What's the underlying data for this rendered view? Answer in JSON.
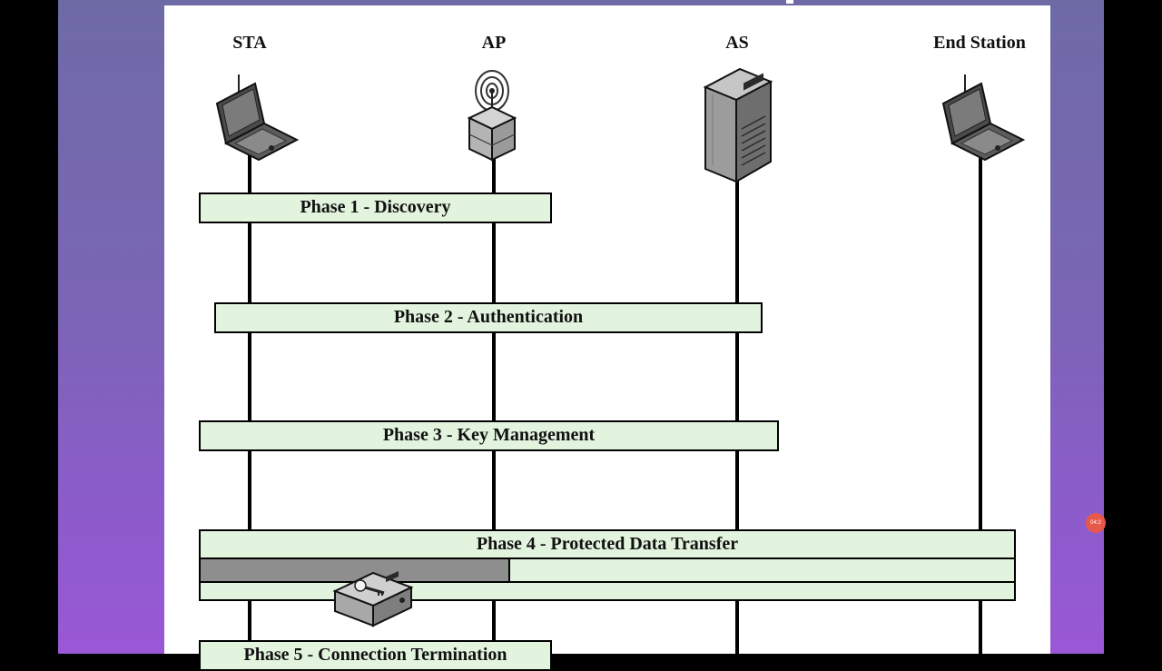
{
  "entities": [
    {
      "label": "STA",
      "icon": "laptop-icon"
    },
    {
      "label": "AP",
      "icon": "access-point-icon"
    },
    {
      "label": "AS",
      "icon": "server-icon"
    },
    {
      "label": "End Station",
      "icon": "laptop-icon"
    }
  ],
  "phases": [
    {
      "label": "Phase 1 - Discovery"
    },
    {
      "label": "Phase 2 - Authentication"
    },
    {
      "label": "Phase 3 - Key Management"
    },
    {
      "label": "Phase 4 - Protected Data Transfer"
    },
    {
      "label": "Phase 5 - Connection Termination"
    }
  ],
  "data_transfer_icon": "encryption-device-icon",
  "colors": {
    "phase_fill": "#e2f3de",
    "lifeline": "#000000",
    "data_bar_fill": "#8e8e8e",
    "slide_background": "#7a66b4"
  },
  "overlay": {
    "badge_text": "04:2"
  }
}
